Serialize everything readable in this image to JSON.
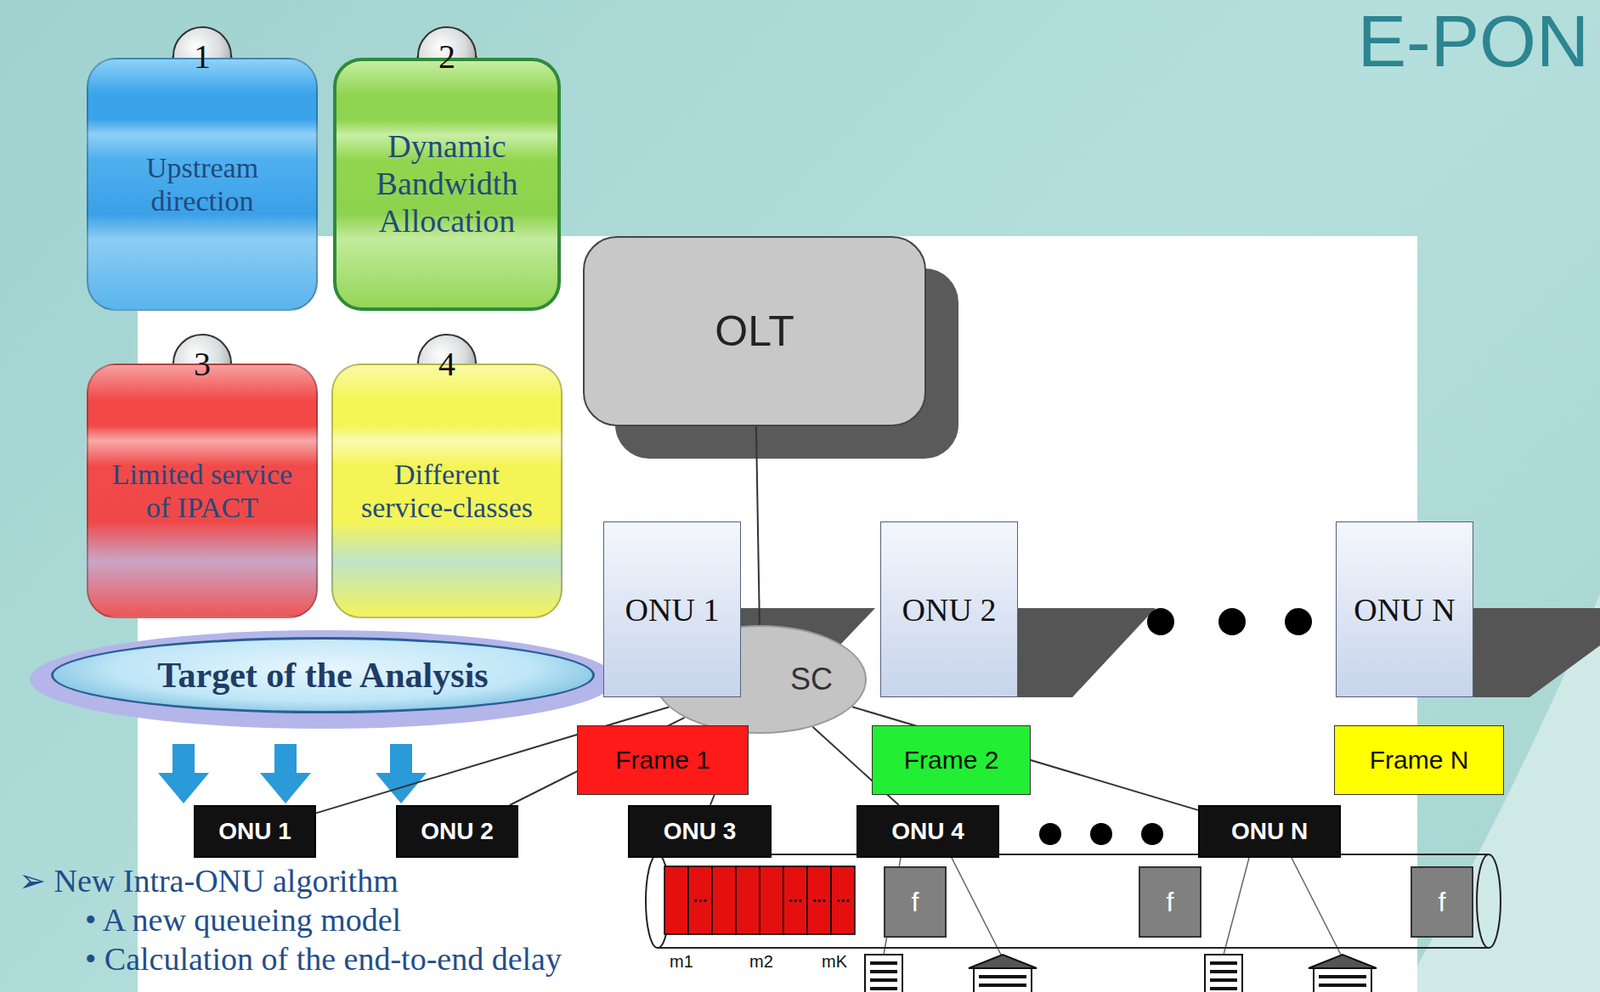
{
  "diagram": {
    "title": "E-PON",
    "nodes": [
      {
        "text": [
          "Upstream direction"
        ]
      },
      {
        "text": [
          "Dynamic Bandwidth Allocation"
        ]
      },
      {
        "text": [
          "Limited service of IPACT"
        ]
      },
      {
        "text": [
          "Different service-classes"
        ]
      },
      {
        "text": [
          "Target of the Analysis"
        ]
      },
      {
        "text": [
          "OLT"
        ]
      },
      {
        "text": [
          "ONU 1"
        ]
      },
      {
        "text": [
          "ONU 2"
        ]
      },
      {
        "text": [
          "ONU N"
        ]
      },
      {
        "text": [
          "SC"
        ]
      },
      {
        "text": [
          "Frame 1"
        ]
      },
      {
        "text": [
          "Frame 2"
        ]
      },
      {
        "text": [
          "Frame N"
        ]
      },
      {
        "text": [
          "ONU 1"
        ]
      },
      {
        "text": [
          "ONU 2"
        ]
      },
      {
        "text": [
          "ONU 3"
        ]
      },
      {
        "text": [
          "ONU 4"
        ]
      },
      {
        "text": [
          "ONU N"
        ]
      },
      {
        "text": [
          "f"
        ]
      },
      {
        "text": [
          "f"
        ]
      },
      {
        "text": [
          "f"
        ]
      }
    ],
    "edges": [
      {
        "from": 5,
        "to": 9,
        "arrow": "none"
      },
      {
        "from": 9,
        "to": 13,
        "arrow": "none"
      },
      {
        "from": 9,
        "to": 14,
        "arrow": "none"
      },
      {
        "from": 9,
        "to": 15,
        "arrow": "none"
      },
      {
        "from": 9,
        "to": 16,
        "arrow": "none"
      },
      {
        "from": 9,
        "to": 17,
        "arrow": "none"
      }
    ],
    "labels": [
      "1",
      "2",
      "3",
      "4",
      "➢ New Intra-ONU algorithm",
      "• A new queueing model",
      "• Calculation of the end-to-end delay",
      "...",
      "...",
      "...",
      "...",
      "m1",
      "m2",
      "mK"
    ]
  }
}
